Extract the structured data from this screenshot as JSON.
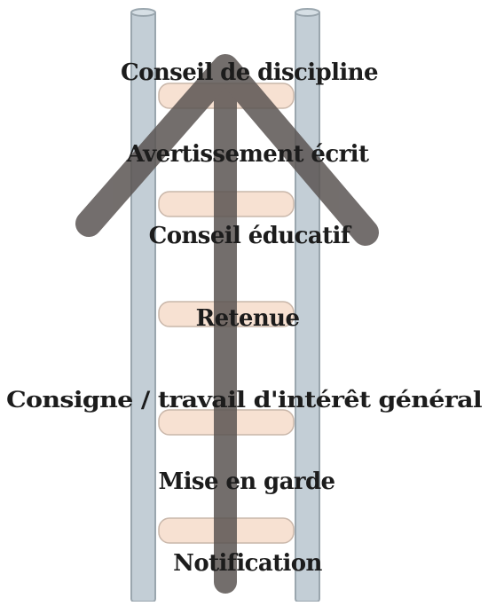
{
  "colors": {
    "rail_fill": "#c3ced6",
    "rail_stroke": "#9aa6ae",
    "rung_fill": "#f7e1d2",
    "rung_stroke": "#c9b7aa",
    "arrow": "#5b5553",
    "text": "#1c1c1c",
    "background": "#ffffff"
  },
  "diagram": {
    "type": "escalation-ladder",
    "direction": "bottom-to-top",
    "steps": [
      "Conseil de discipline",
      "Avertissement écrit",
      "Conseil éducatif",
      "Retenue",
      "Consigne / travail d'intérêt général",
      "Mise en garde",
      "Notification"
    ]
  }
}
